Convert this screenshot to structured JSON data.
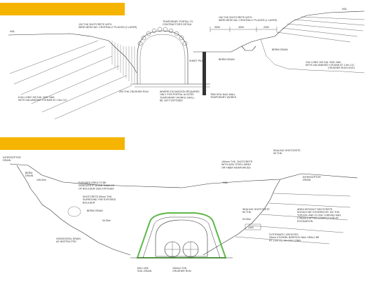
{
  "colors": {
    "accent_bar": "#f5b400",
    "shotcrete_green": "#5fb84a",
    "line": "#333333"
  },
  "section_top": {
    "labels": {
      "ngl_left": "NGL",
      "shotcrete_left": "100 THK SHOTCRETE WITH\nWIRE MESH A8 • CENTRALLY PLACED (2 LAYER)",
      "temporary_portal": "TEMPORARY PORTAL TO\nCONTRACTOR'S DETAIL",
      "shotcrete_right": "100 THK SHOTCRETE WITH\nWIRE MESH A8 • CENTRALLY PLACED (1 LAYER)",
      "dim_3000": "3000",
      "dim_4000": "4000",
      "dim_2000": "2000",
      "ngl_right": "NGL",
      "berm_drain_right": "BERM DRAIN",
      "berm_drain_mid": "BERM DRAIN",
      "crusher_run_right": "CRUSHER RUN LEVEL",
      "soil_nail_left": "6.0m LONG 100 DIA. SOIL NAIL\nWITH GALVANISED Y25 BAR AT 1.5m C/C",
      "crusher_run_bottom": "200 THK CRUSHER RUN",
      "sheet_pile": "SHEET PILE",
      "rock_excavation": "WHERE EXCAVATION REQUIRED\nONLY FOR PORTAL ACCESS\nTEMPORARY WORKS SHALL\nBE LEFT EXPOSED",
      "soil_nail_right": "12m LONG 100 DIA. SOIL NAIL\nWITH GALVANISED Y25 BAR AT 1.5m C/C",
      "tbm_soil_wall": "TBM SOIL NAIL WALL\nTEMPORARY WORKS"
    }
  },
  "section_bottom": {
    "labels": {
      "interceptor_left": "INTERCEPTOR\nDRAIN",
      "berm_drain_1": "BERM\nDRAIN",
      "level_1": "128.00m",
      "exposed_area": "EXPOSED AREA TO BE\nREMOVED IF MORE THAN 1/3\nOF BOULDER SIZE EXPOSED",
      "shotcrete_boulder": "SHOTCRETE 50mm THK.\nSURROUND THE EXPOSED\nBOULDER",
      "berm_drain_2": "BERM DRAIN",
      "level_2": "94.50m",
      "horizontal_drain": "HORIZONTAL DRAIN\nAS INSTRUCTED",
      "soil_drain": "600 x 600\nSOIL DRAIN",
      "crusher_run": "150mm THK.\nCRUSHER RUN",
      "shotcrete_mesh": "100mm THK. SHOTCRETE\nWITH A252 STEEL MESH\nOR FIBER REINFORCED",
      "sealing_shotcrete_top": "SEALING SHOTCRETE\n50 THK.",
      "interceptor_right": "INTERCEPTOR\nDRAIN",
      "ngl": "NGL",
      "sealing_shotcrete_mid": "SEALING SHOTCRETE\n50 THK.",
      "level_3": "94.50m",
      "dim_2500": "2500",
      "area_without_shotcrete": "AREA WITHOUT SHOTCRETE\nSHOULD BE COVERED BY 100 THK.\nTOPSOIL AND CLOSE TURFING MAX\n2 WEEKS AFTER COMPLETION OF\nEXCAVATION",
      "systematic_grouted": "SYSTEMATIC GROUTED\n25mm # DOWEL BAR/SOIL NAIL SHALL BE\nAT 1.2m c/c, 3m-12m LONG"
    }
  }
}
